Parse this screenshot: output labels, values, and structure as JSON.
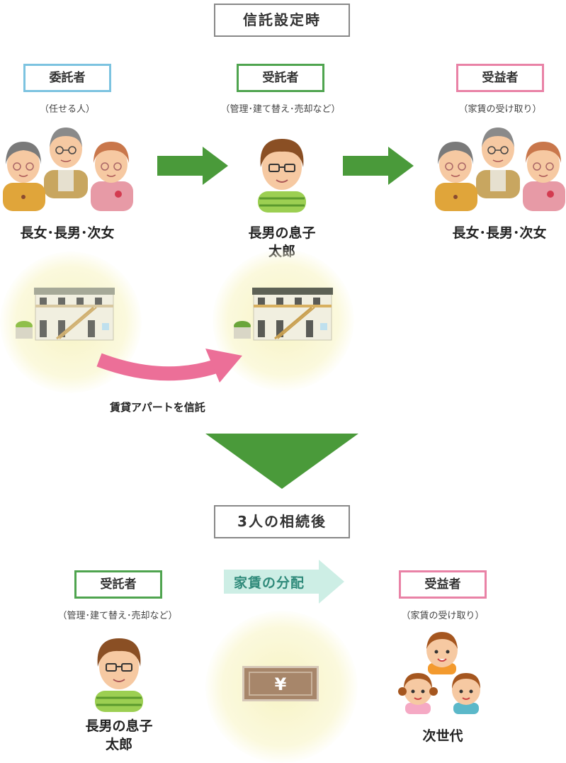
{
  "setup_heading": "信託設定時",
  "after_heading": "3人の相続後",
  "setup": {
    "settlor": {
      "label": "委託者",
      "note": "（任せる人）",
      "names": "長女･長男･次女"
    },
    "trustee": {
      "label": "受託者",
      "note": "（管理･建て替え･売却など）",
      "name_line1": "長男の息子",
      "name_line2": "太郎"
    },
    "beneficiary": {
      "label": "受益者",
      "note": "（家賃の受け取り）",
      "names": "長女･長男･次女"
    },
    "trust_caption": "賃貸アパートを信託"
  },
  "after": {
    "trustee": {
      "label": "受託者",
      "note": "（管理･建て替え･売却など）",
      "name_line1": "長男の息子",
      "name_line2": "太郎"
    },
    "distribution_label": "家賃の分配",
    "money_symbol": "¥",
    "beneficiary": {
      "label": "受益者",
      "note": "（家賃の受け取り）",
      "names": "次世代"
    }
  },
  "colors": {
    "blue": "#7cc3e0",
    "green": "#4fa44f",
    "pink": "#e982a6",
    "arrow_green": "#4a9a3a",
    "arrow_pink": "#ec6f98",
    "arrow_light": "#cdeee5",
    "arrow_text": "#2f8a7a"
  }
}
